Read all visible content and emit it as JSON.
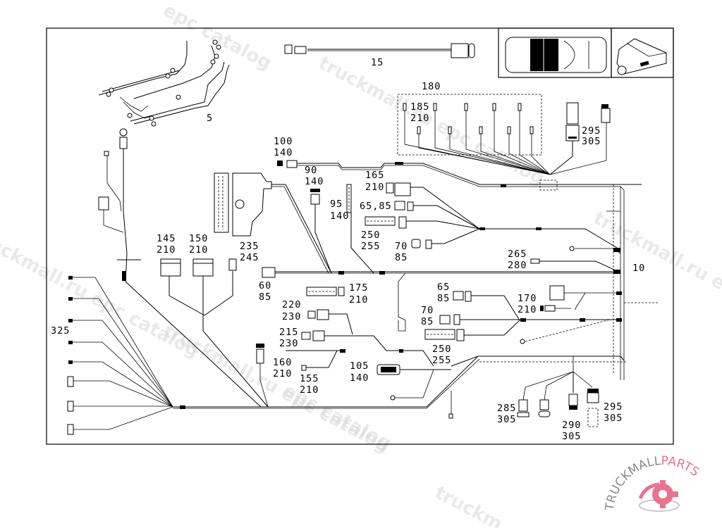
{
  "diagram": {
    "type": "wiring-harness-parts-diagram",
    "part_labels": {
      "p5": "5",
      "p15": "15",
      "p180": "180",
      "p185_210": [
        "185",
        "210"
      ],
      "p295_305_top": [
        "295",
        "305"
      ],
      "p100_140": [
        "100",
        "140"
      ],
      "p90_140": [
        "90",
        "140"
      ],
      "p165_210": [
        "165",
        "210"
      ],
      "p95_140": [
        "95",
        "140"
      ],
      "p65_85_top": "65,85",
      "p250_255_top": [
        "250",
        "255"
      ],
      "p70_85_top": [
        "70",
        "85"
      ],
      "p145_210": [
        "145",
        "210"
      ],
      "p150_210": [
        "150",
        "210"
      ],
      "p235_245": [
        "235",
        "245"
      ],
      "p60_85": [
        "60",
        "85"
      ],
      "p175_210": [
        "175",
        "210"
      ],
      "p265_280": [
        "265",
        "280"
      ],
      "p10": "10",
      "p65_85_mid": [
        "65",
        "85"
      ],
      "p170_210": [
        "170",
        "210"
      ],
      "p70_85_mid": [
        "70",
        "85"
      ],
      "p250_255_mid": [
        "250",
        "255"
      ],
      "p220_230": [
        "220",
        "230"
      ],
      "p215_230": [
        "215",
        "230"
      ],
      "p160_210": [
        "160",
        "210"
      ],
      "p155_210": [
        "155",
        "210"
      ],
      "p105_140": [
        "105",
        "140"
      ],
      "p325": "325",
      "p285_305": [
        "285",
        "305"
      ],
      "p290_305": [
        "290",
        "305"
      ],
      "p295_305_bot": [
        "295",
        "305"
      ]
    },
    "insets": {
      "top_view": "vehicle-top-view",
      "perspective_view": "vehicle-front-perspective"
    }
  },
  "watermarks": [
    "epc catalog",
    "truckmall.ru epc catalog",
    "truckmall.ru epc catalog",
    "truckmall.ru epc catalog",
    "epc catalog",
    "truckmall.ru e",
    "truckmall.ru epc catalog",
    "truckm"
  ],
  "logo": {
    "text_main": "TRUCKMALL",
    "text_accent": "PARTS",
    "accent_color": "#e8748f",
    "main_color": "#8a8a8a"
  }
}
